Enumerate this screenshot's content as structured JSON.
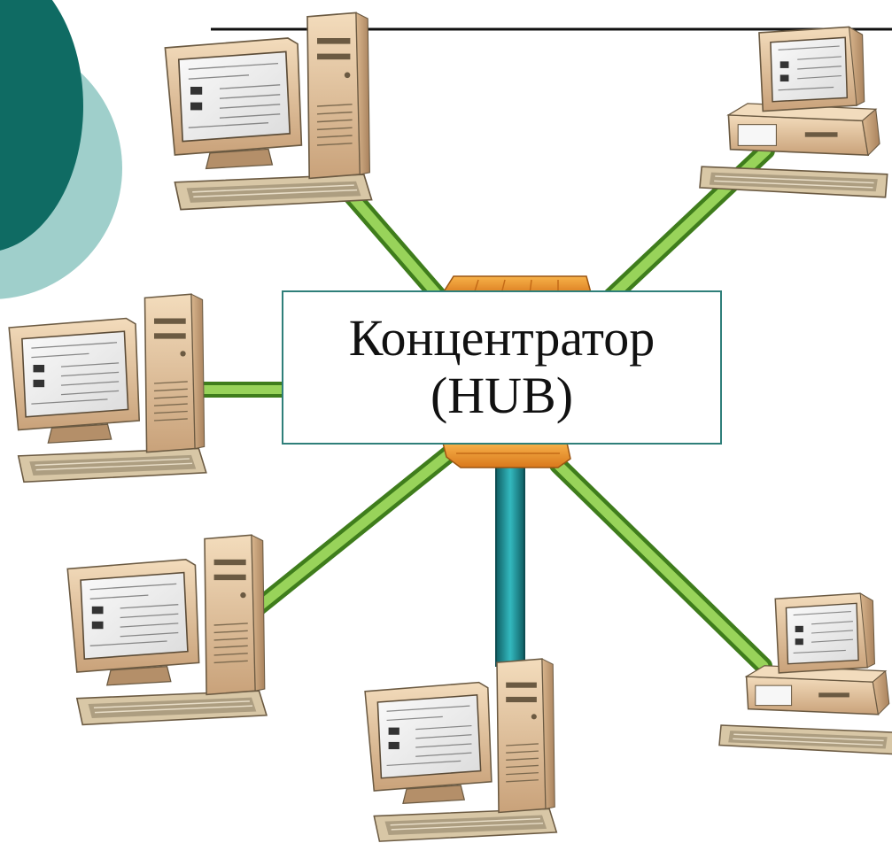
{
  "hub": {
    "title": "Концентратор",
    "subtitle": "(HUB)"
  },
  "colors": {
    "teal_dark": "#0f6b63",
    "teal_light": "#9fcfcb",
    "cable_green": "#7cc142",
    "cable_teal": "#1e9aa0",
    "hub_orange": "#f3a33a",
    "computer_beige": "#e9c9a0",
    "label_border": "#2f7f7a"
  },
  "nodes": [
    {
      "name": "computer-top-left"
    },
    {
      "name": "computer-top-right"
    },
    {
      "name": "computer-middle-left"
    },
    {
      "name": "computer-bottom-left"
    },
    {
      "name": "computer-bottom-center"
    },
    {
      "name": "computer-bottom-right"
    }
  ]
}
